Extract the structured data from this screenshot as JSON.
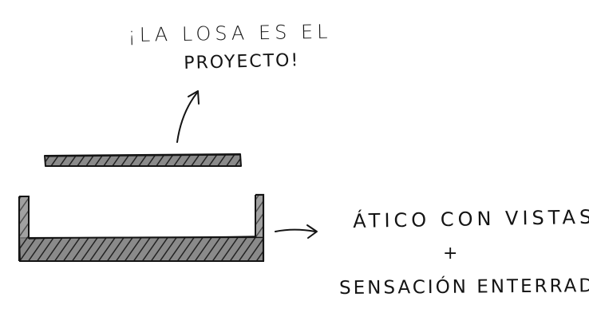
{
  "sketch": {
    "note_top_line1": "¡LA LOSA ES EL",
    "note_top_line2": "PROYECTO!",
    "note_right_line1": "ÁTICO CON VISTAS",
    "note_right_plus": "+",
    "note_right_line2": "SENSACIÓN ENTERRADO"
  },
  "colors": {
    "paper": "#ffffff",
    "ink": "#141414",
    "hatch_fill": "#7d7d7d"
  },
  "icons": [
    "arrow-up-icon",
    "arrow-right-icon"
  ]
}
